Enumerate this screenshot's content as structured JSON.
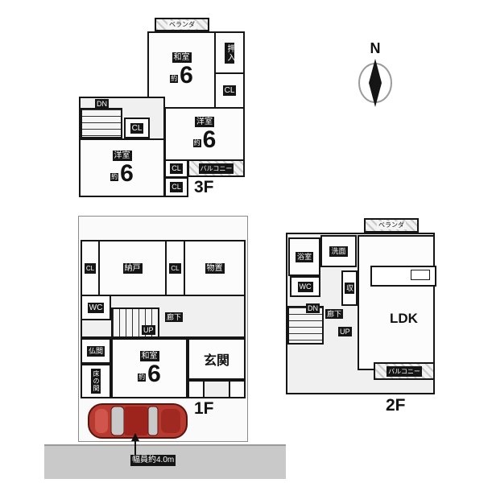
{
  "labels": {
    "veranda": "ベランダ",
    "balcony": "バルコニー",
    "washitsu": "和室",
    "yoshitsu": "洋室",
    "oshiire": "押入",
    "cl": "CL",
    "dn": "DN",
    "up": "UP",
    "wc": "WC",
    "nando": "納戸",
    "monooki": "物置",
    "rouka": "廊下",
    "butsuma": "仏間",
    "tokonoma": "床の間",
    "genkan": "玄関",
    "yokushitsu": "浴室",
    "senmen": "洗面",
    "shuno": "収",
    "ldk": "LDK",
    "approx": "約",
    "six": "6"
  },
  "floors": {
    "f1": "1F",
    "f2": "2F",
    "f3": "3F"
  },
  "compass": {
    "north": "N"
  },
  "road": {
    "width_label": "幅員約4.0m"
  },
  "colors": {
    "wall": "#151515",
    "car_body": "#b73a31",
    "road": "#c9c9c9"
  }
}
